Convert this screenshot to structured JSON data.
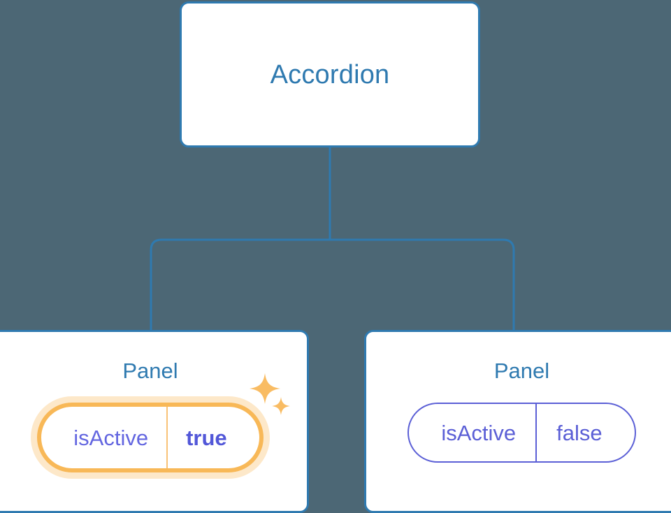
{
  "diagram": {
    "type": "component-tree",
    "background_color": "#4c6775",
    "edge_color": "#2f7ab0",
    "root": {
      "label": "Accordion"
    },
    "children": [
      {
        "label": "Panel",
        "highlighted": true,
        "prop": {
          "key": "isActive",
          "value": "true",
          "highlight_color": "#f8b857",
          "glow_color": "#fbd9a0",
          "text_color": "#5b5fd6",
          "value_emphasis": "bold"
        },
        "sparkles": {
          "large_icon": "sparkle-icon",
          "small_icon": "sparkle-icon",
          "color": "#f9bc63"
        }
      },
      {
        "label": "Panel",
        "highlighted": false,
        "prop": {
          "key": "isActive",
          "value": "false",
          "border_color": "#5b5fd6",
          "text_color": "#5b5fd6",
          "value_emphasis": "regular"
        }
      }
    ]
  }
}
